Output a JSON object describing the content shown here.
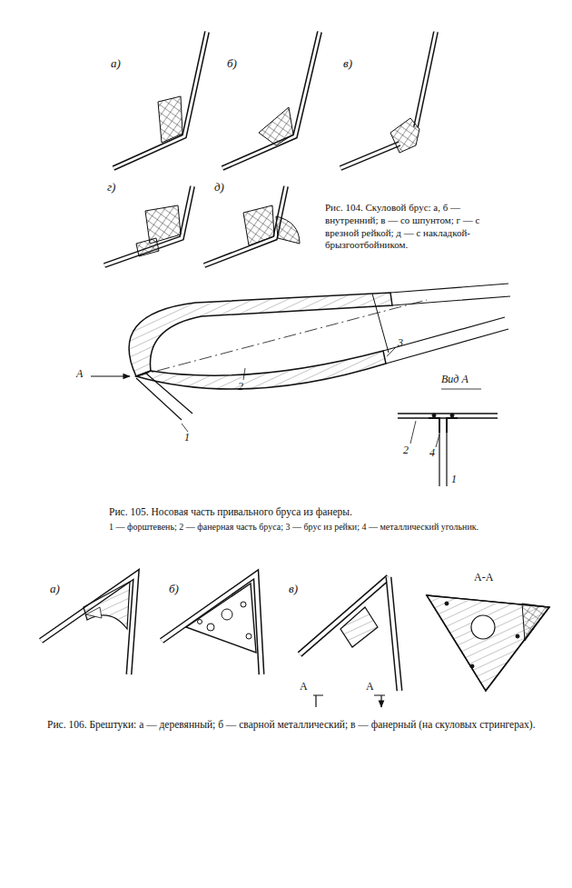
{
  "diagram": {
    "labels": [
      "а)",
      "б)",
      "в)",
      "г)",
      "д)",
      "Рис. 104. Скуловой брус: а, б — внутренний; в — со шпунтом; г — с врезной рейкой; д — с накладкой-брызгоотбойником.",
      "3",
      "А",
      "2",
      "Вид А",
      "1",
      "2",
      "4",
      "1",
      "Рис. 105. Носовая часть привального бруса из фанеры.",
      "1 — форштевень; 2 — фанерная часть бруса; 3 — брус из рейки; 4 — металлический угольник.",
      "а)",
      "б)",
      "в)",
      "А-А",
      "А",
      "А",
      "Рис. 106. Брештуки: а — деревянный; б — сварной металлический; в — фанерный (на скуловых стрингерах)."
    ]
  }
}
